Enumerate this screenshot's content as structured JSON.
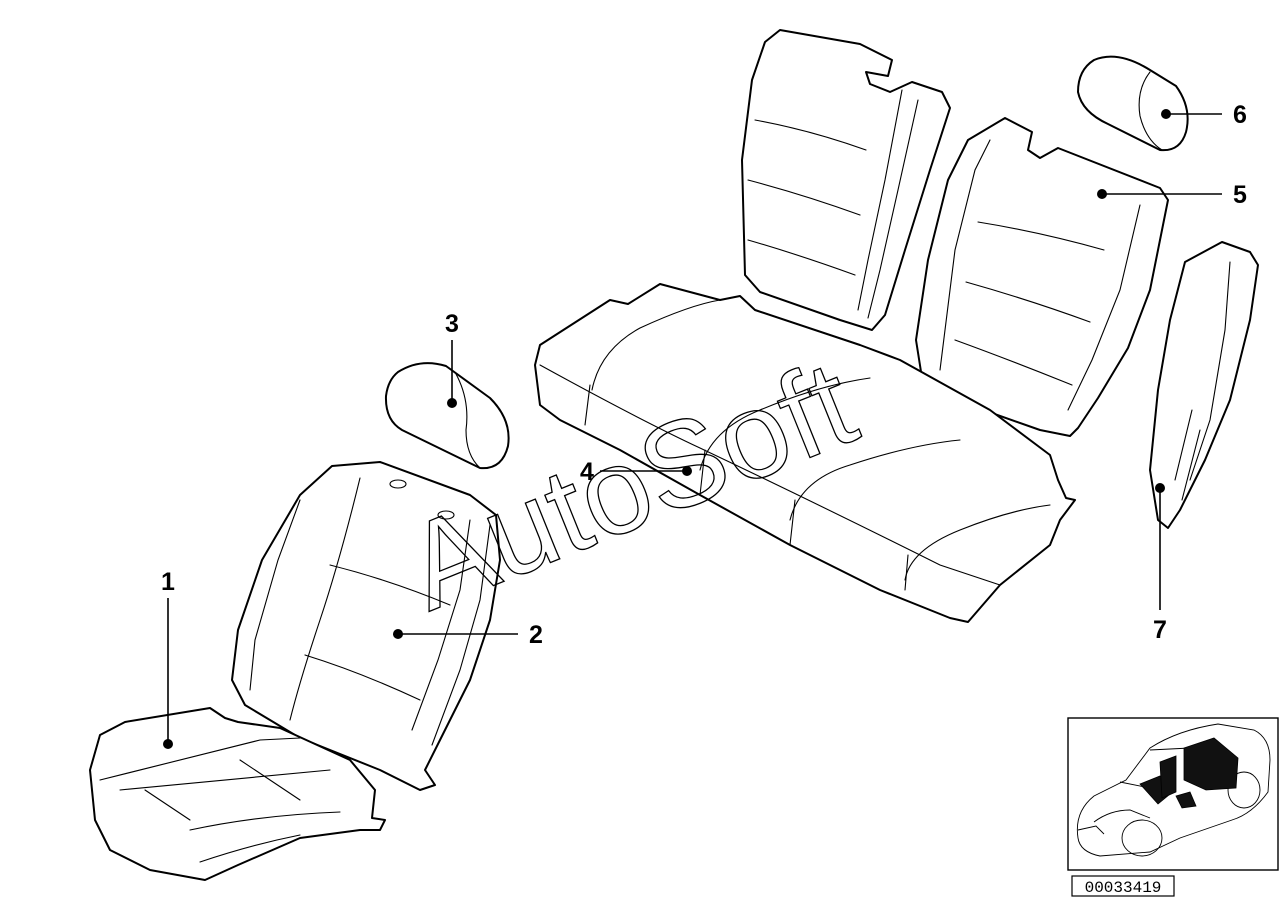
{
  "diagram": {
    "callouts": [
      {
        "id": "1",
        "label": "1"
      },
      {
        "id": "2",
        "label": "2"
      },
      {
        "id": "3",
        "label": "3"
      },
      {
        "id": "4",
        "label": "4"
      },
      {
        "id": "5",
        "label": "5"
      },
      {
        "id": "6",
        "label": "6"
      },
      {
        "id": "7",
        "label": "7"
      }
    ],
    "watermark": "AutoSoft",
    "reference_number": "00033419"
  }
}
